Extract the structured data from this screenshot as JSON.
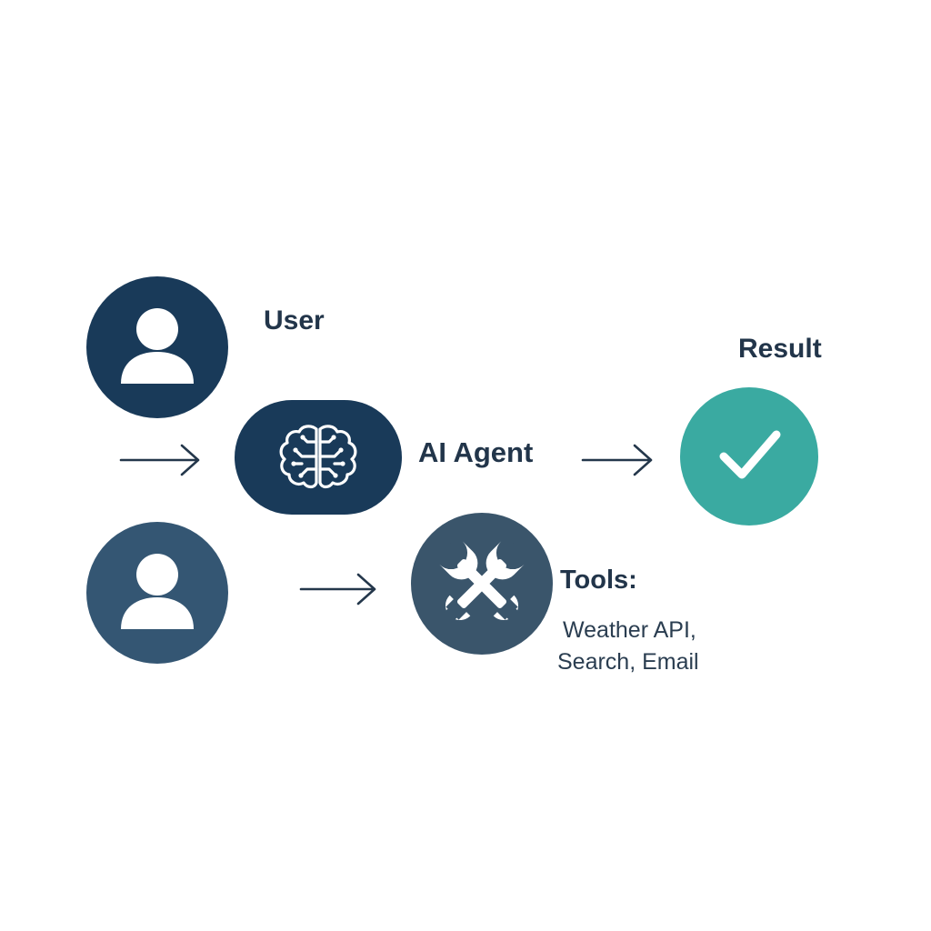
{
  "labels": {
    "user": "User",
    "ai_agent": "AI Agent",
    "result": "Result",
    "tools": "Tools:",
    "tools_list_line1": "Weather API,",
    "tools_list_line2": "Search, Email"
  },
  "icons": {
    "user_top": "user-icon",
    "user_bottom": "user-icon",
    "agent": "brain-icon",
    "tools": "wrenches-icon",
    "result": "checkmark-icon",
    "arrows": "arrow-right-icon"
  },
  "colors": {
    "navy": "#193a59",
    "slate": "#345673",
    "tools": "#3a556b",
    "teal": "#3aaaa1",
    "text": "#22354a",
    "arrow": "#24374b",
    "icon": "#ffffff"
  }
}
